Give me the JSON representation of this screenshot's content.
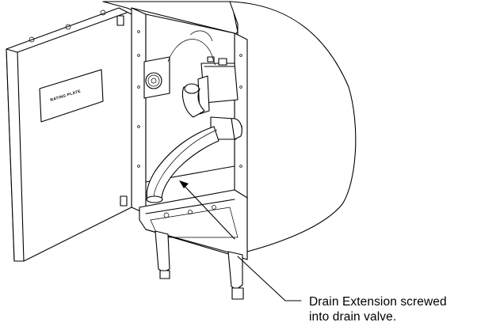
{
  "plate": {
    "text": "RATING PLATE"
  },
  "callout": {
    "line1": "Drain Extension screwed",
    "line2": "into drain valve."
  }
}
